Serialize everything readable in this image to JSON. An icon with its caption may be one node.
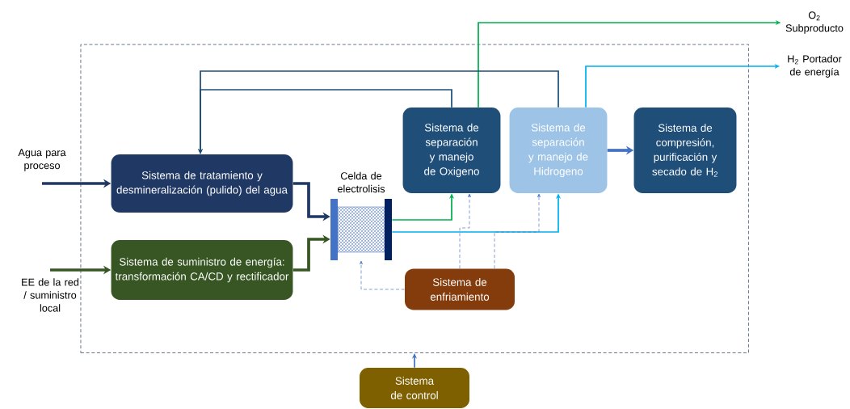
{
  "diagram": {
    "nodes": [
      {
        "text": [],
        "shape": "box"
      },
      {
        "text": [
          "Agua para proceso"
        ]
      },
      {
        "text": [
          "EE de la red / suministro local"
        ]
      },
      {
        "text": [
          "Sistema de tratamiento y desmineralización (pulido) del agua"
        ],
        "in": 0
      },
      {
        "text": [
          "Sistema de suministro de energía: transformación CA/CD y rectificador"
        ],
        "in": 0
      },
      {
        "text": [
          "Celda de electrolisis"
        ],
        "in": 0
      },
      {
        "text": [
          "Sistema de separación y manejo de Oxigeno"
        ],
        "in": 0
      },
      {
        "text": [
          "Sistema de separación y manejo de Hidrogeno"
        ],
        "in": 0
      },
      {
        "text": [
          "Sistema de compresión, purificación y secado de H$_{2}$"
        ],
        "in": 0
      },
      {
        "text": [
          "Sistema de enfriamiento"
        ],
        "in": 0
      },
      {
        "text": [
          "Sistema de control"
        ]
      },
      {
        "text": [
          "O$_{2}$ Subproducto"
        ]
      },
      {
        "text": [
          "H$_{2}$ Portador de energía"
        ]
      }
    ],
    "edges": [
      {
        "from": 1,
        "to": 3,
        "arrow": "to",
        "style": "thick",
        "color": "#203864"
      },
      {
        "from": 2,
        "to": 4,
        "arrow": "to",
        "style": "thick",
        "color": "#375623"
      },
      {
        "from": 3,
        "to": 5,
        "arrow": "to",
        "style": "thick",
        "color": "#203864"
      },
      {
        "from": 4,
        "to": 5,
        "arrow": "to",
        "style": "thick",
        "color": "#375623"
      },
      {
        "from": 5,
        "to": 6,
        "arrow": "to",
        "color": "#00b050"
      },
      {
        "from": 5,
        "to": 7,
        "arrow": "to",
        "color": "#00b0f0"
      },
      {
        "from": 7,
        "to": 8,
        "arrow": "to",
        "style": "thick",
        "color": "#4472c4"
      },
      {
        "from": 6,
        "to": 11,
        "arrow": "to",
        "color": "#00b050"
      },
      {
        "from": 7,
        "to": 12,
        "arrow": "to",
        "color": "#00b0f0"
      },
      {
        "from": 6,
        "to": 3,
        "arrow": "to",
        "color": "#1f4e79"
      },
      {
        "from": 7,
        "to": 3,
        "arrow": "to",
        "color": "#1f4e79"
      },
      {
        "from": 9,
        "to": 5,
        "arrow": "to",
        "style": "dashed",
        "color": "#4472c4"
      },
      {
        "from": 9,
        "to": 6,
        "arrow": "to",
        "style": "dashed",
        "color": "#4472c4"
      },
      {
        "from": 9,
        "to": 7,
        "arrow": "to",
        "style": "dashed",
        "color": "#4472c4"
      },
      {
        "from": 10,
        "to": 0,
        "arrow": "to",
        "color": "#4472c4"
      }
    ]
  }
}
